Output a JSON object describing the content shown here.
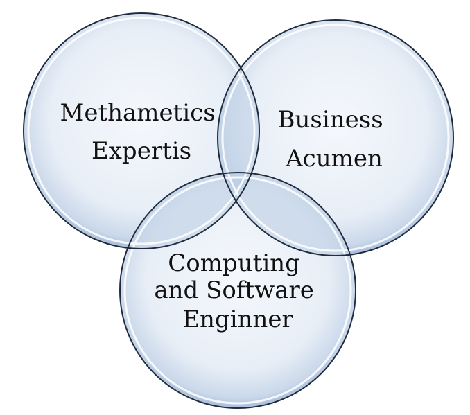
{
  "diagram": {
    "type": "venn",
    "circles": [
      {
        "id": "math",
        "label_lines": [
          "Methametics",
          "Expertis"
        ]
      },
      {
        "id": "business",
        "label_lines": [
          "Business",
          "Acumen"
        ]
      },
      {
        "id": "computing",
        "label_lines": [
          "Computing",
          "and Software",
          "Enginner"
        ]
      }
    ],
    "colors": {
      "fill_light": "#f3f6fb",
      "fill_mid": "#dbe5f1",
      "fill_edge": "#a9bfdc",
      "overlap": "#c9d8ea",
      "stroke": "#1f2c3e",
      "inner_ring": "#ffffff"
    }
  }
}
